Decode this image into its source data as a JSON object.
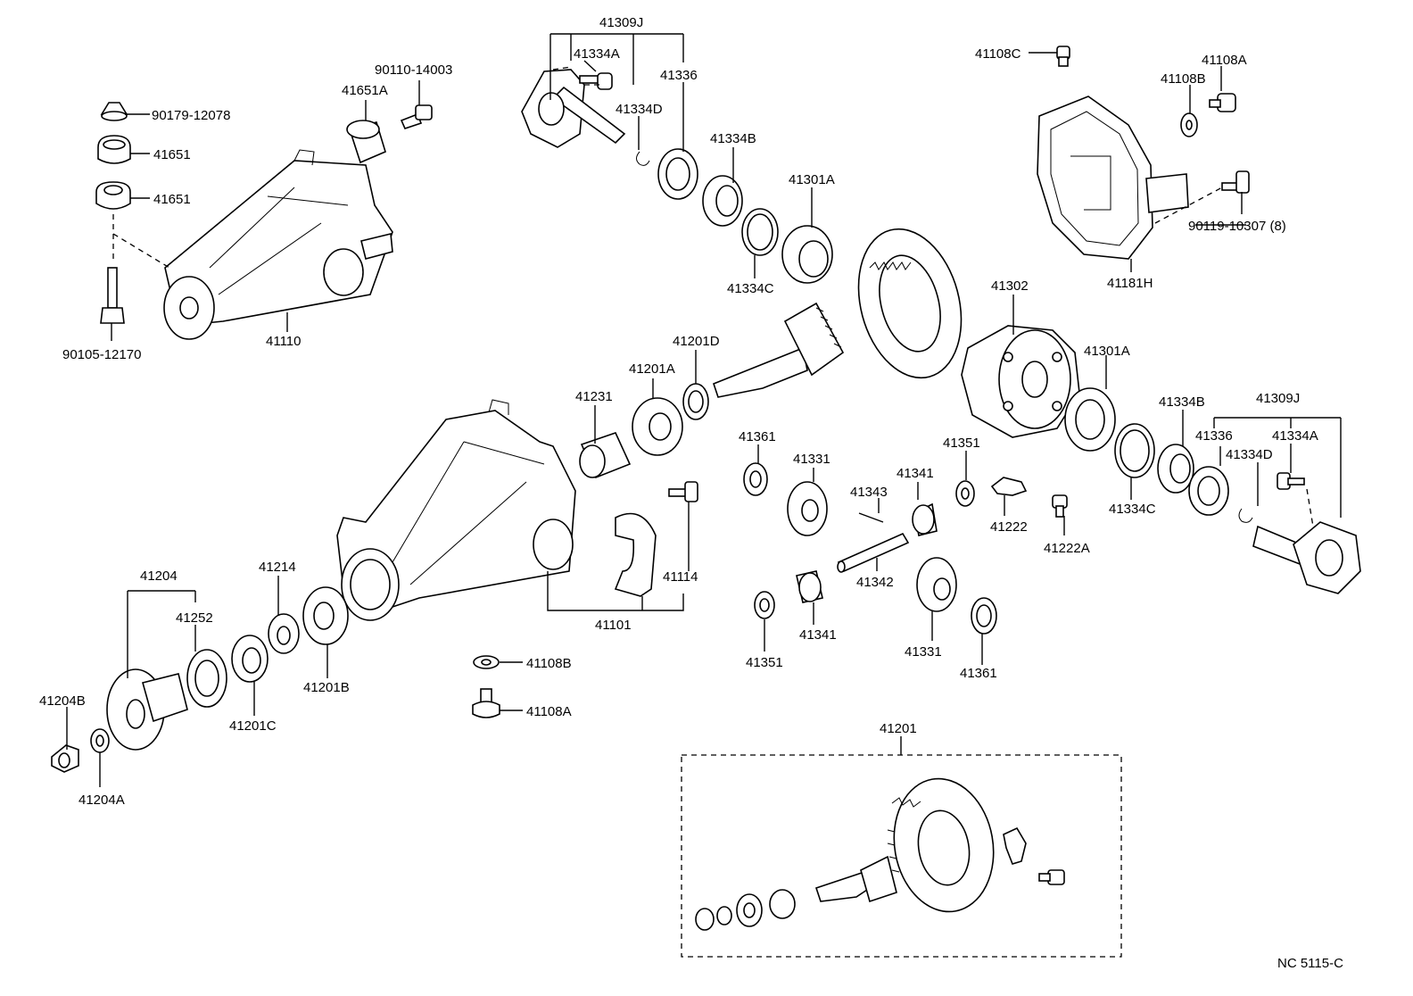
{
  "diagram_code": "NC 5115-C",
  "labels": {
    "l_41309J_top": "41309J",
    "l_41334A_top": "41334A",
    "l_41336_top": "41336",
    "l_41334D_top": "41334D",
    "l_41334B_top": "41334B",
    "l_41301A_top": "41301A",
    "l_41334C_top": "41334C",
    "l_41108C": "41108C",
    "l_41108A_r": "41108A",
    "l_41108B_r": "41108B",
    "l_90119": "90119-10307 (8)",
    "l_41181H": "41181H",
    "l_90110": "90110-14003",
    "l_41651A": "41651A",
    "l_90179": "90179-12078",
    "l_41651_a": "41651",
    "l_41651_b": "41651",
    "l_90105": "90105-12170",
    "l_41110": "41110",
    "l_41302": "41302",
    "l_41201D": "41201D",
    "l_41201A": "41201A",
    "l_41231": "41231",
    "l_41301A_r": "41301A",
    "l_41309J_r": "41309J",
    "l_41334B_r": "41334B",
    "l_41336_r": "41336",
    "l_41334A_r": "41334A",
    "l_41334D_r": "41334D",
    "l_41334C_r": "41334C",
    "l_41361_a": "41361",
    "l_41331_a": "41331",
    "l_41343": "41343",
    "l_41341_a": "41341",
    "l_41351_a": "41351",
    "l_41222": "41222",
    "l_41222A": "41222A",
    "l_41342": "41342",
    "l_41114": "41114",
    "l_41101": "41101",
    "l_41351_b": "41351",
    "l_41341_b": "41341",
    "l_41331_b": "41331",
    "l_41361_b": "41361",
    "l_41204": "41204",
    "l_41252": "41252",
    "l_41214": "41214",
    "l_41201B": "41201B",
    "l_41201C": "41201C",
    "l_41204B": "41204B",
    "l_41204A": "41204A",
    "l_41108B_c": "41108B",
    "l_41108A_c": "41108A",
    "l_41201": "41201"
  }
}
